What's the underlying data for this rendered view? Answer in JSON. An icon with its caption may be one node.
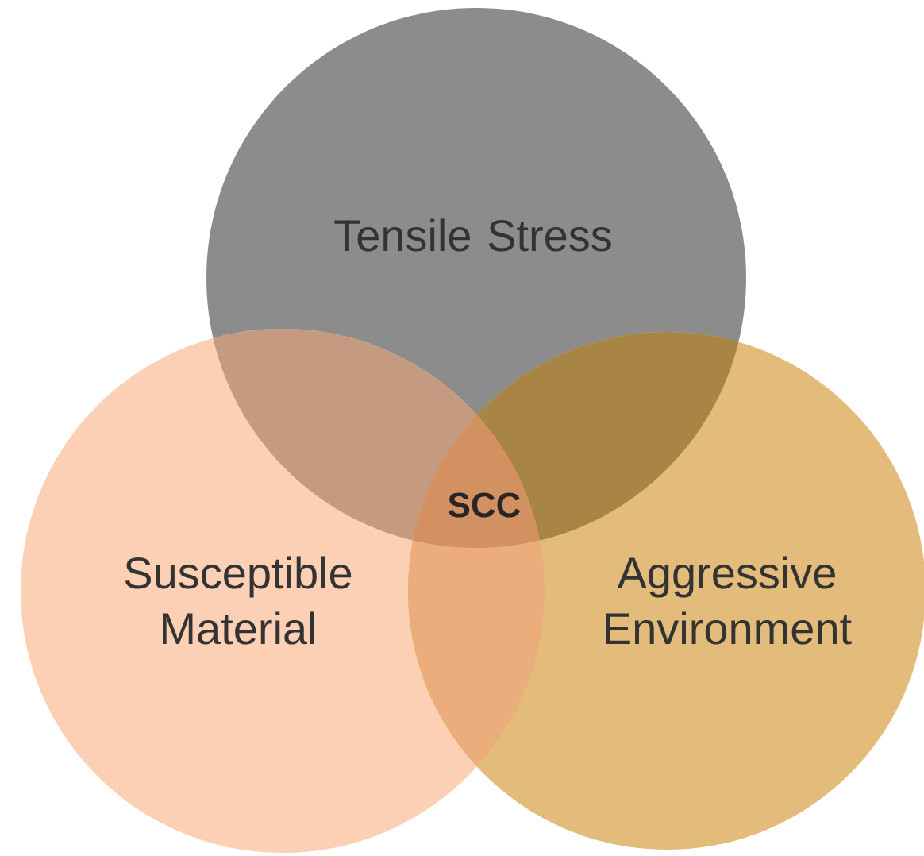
{
  "diagram": {
    "nodes": [
      {
        "text": [
          "Tensile Stress"
        ]
      },
      {
        "text": [
          "Susceptible Material"
        ]
      },
      {
        "text": [
          "Aggressive Environment"
        ]
      },
      {
        "text": [
          "SCC"
        ]
      }
    ]
  }
}
